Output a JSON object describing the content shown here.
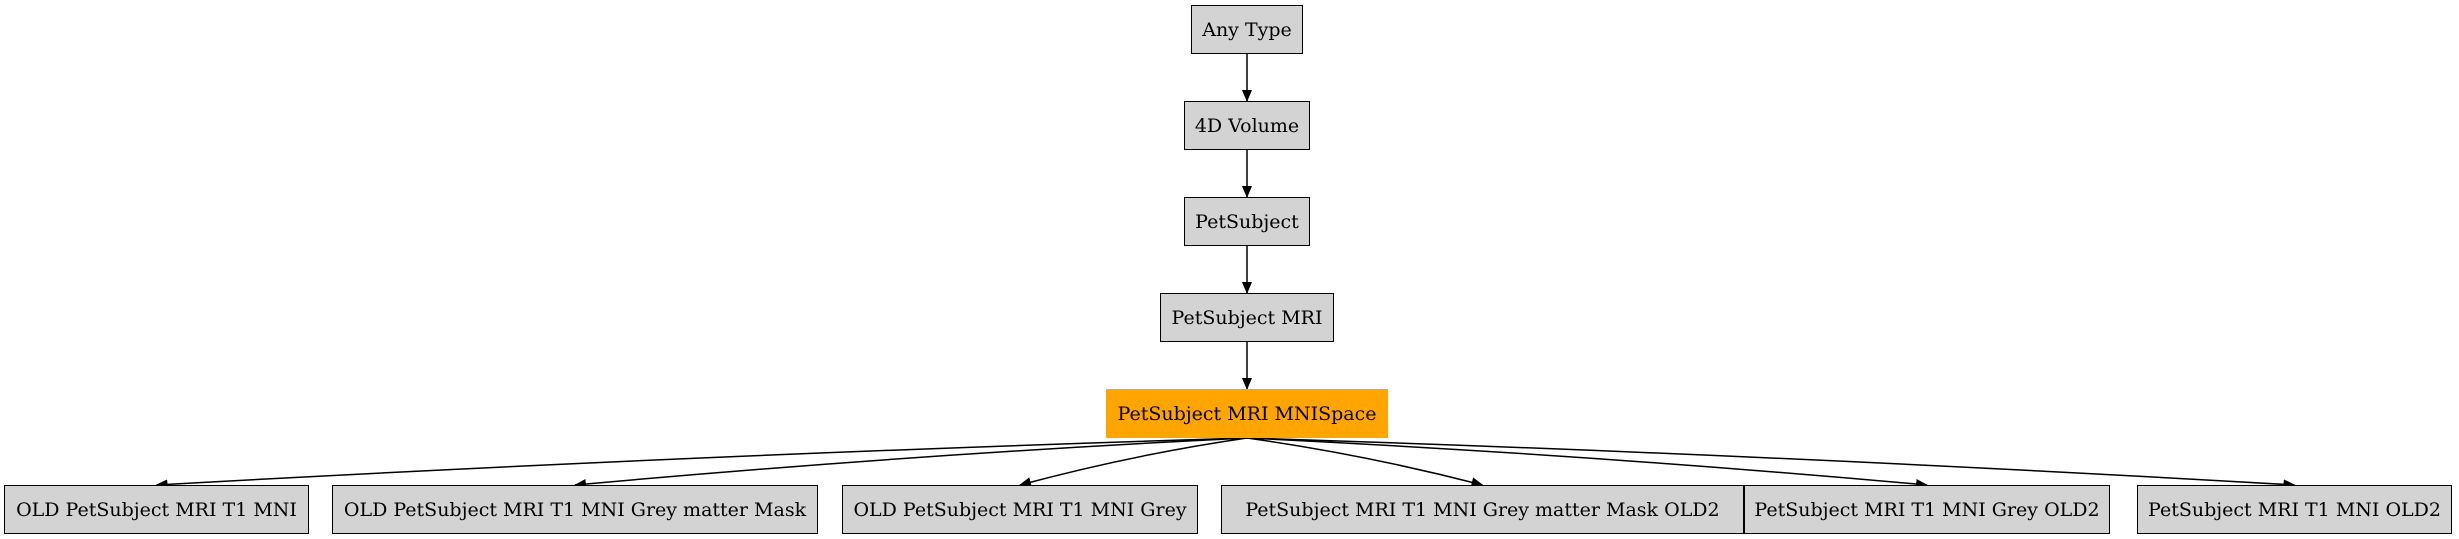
{
  "diagram": {
    "nodes": [
      {
        "id": "any_type",
        "label": "Any Type",
        "highlight": false
      },
      {
        "id": "volume_4d",
        "label": "4D Volume",
        "highlight": false
      },
      {
        "id": "petsubject",
        "label": "PetSubject",
        "highlight": false
      },
      {
        "id": "petsubject_mri",
        "label": "PetSubject MRI",
        "highlight": false
      },
      {
        "id": "petsubject_mri_mnispace",
        "label": "PetSubject MRI MNISpace",
        "highlight": true
      },
      {
        "id": "old_t1_mni",
        "label": "OLD PetSubject MRI T1 MNI",
        "highlight": false
      },
      {
        "id": "old_t1_mni_grey_mask",
        "label": "OLD PetSubject MRI T1 MNI Grey matter Mask",
        "highlight": false
      },
      {
        "id": "old_t1_mni_grey",
        "label": "OLD PetSubject MRI T1 MNI Grey",
        "highlight": false
      },
      {
        "id": "t1_mni_grey_mask_old2",
        "label": "PetSubject MRI T1 MNI Grey matter Mask OLD2",
        "highlight": false
      },
      {
        "id": "t1_mni_grey_old2",
        "label": "PetSubject MRI T1 MNI Grey OLD2",
        "highlight": false
      },
      {
        "id": "t1_mni_old2",
        "label": "PetSubject MRI T1 MNI OLD2",
        "highlight": false
      }
    ],
    "edges": [
      [
        "any_type",
        "volume_4d"
      ],
      [
        "volume_4d",
        "petsubject"
      ],
      [
        "petsubject",
        "petsubject_mri"
      ],
      [
        "petsubject_mri",
        "petsubject_mri_mnispace"
      ],
      [
        "petsubject_mri_mnispace",
        "old_t1_mni"
      ],
      [
        "petsubject_mri_mnispace",
        "old_t1_mni_grey_mask"
      ],
      [
        "petsubject_mri_mnispace",
        "old_t1_mni_grey"
      ],
      [
        "petsubject_mri_mnispace",
        "t1_mni_grey_mask_old2"
      ],
      [
        "petsubject_mri_mnispace",
        "t1_mni_grey_old2"
      ],
      [
        "petsubject_mri_mnispace",
        "t1_mni_old2"
      ]
    ],
    "colors": {
      "node_fill": "#d3d3d3",
      "highlight_fill": "#ffa500",
      "stroke": "#000000"
    }
  }
}
